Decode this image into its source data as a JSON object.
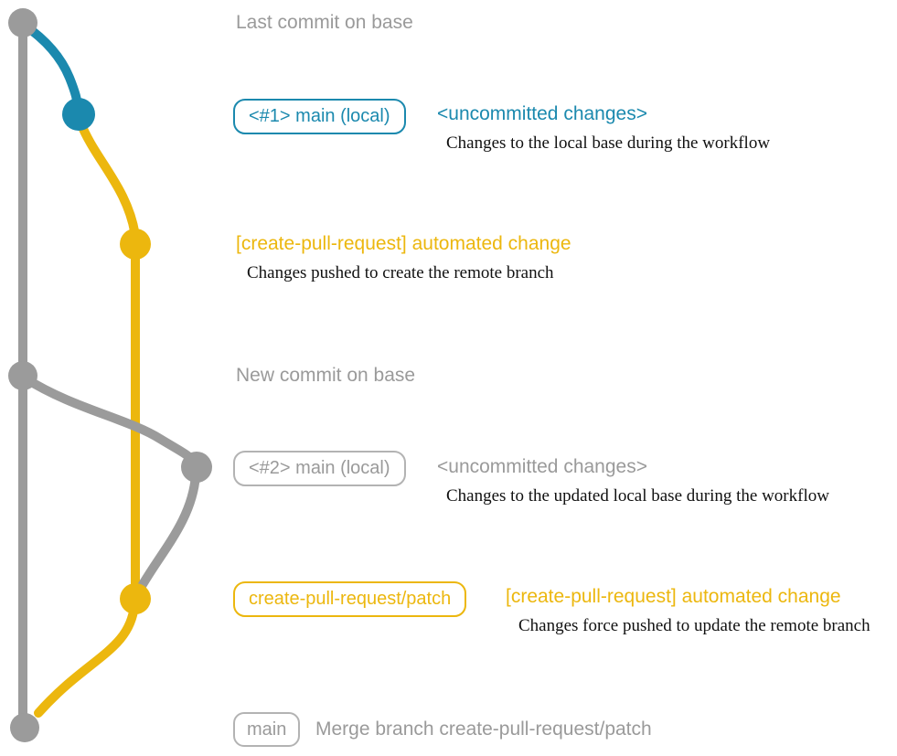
{
  "colors": {
    "gray": "#9b9b9b",
    "gray_text": "#9a9a9a",
    "gray_pill_border": "#b3b3b3",
    "blue": "#1b89ae",
    "yellow": "#ecb70e",
    "desc_text": "#111111"
  },
  "annotations": {
    "last_commit": "Last commit on base",
    "row_main1": {
      "pill": "<#1> main (local)",
      "title": "<uncommitted changes>",
      "desc": "Changes to the local base during the workflow"
    },
    "row_auto1": {
      "title": "[create-pull-request] automated change",
      "desc": "Changes pushed to create the remote branch"
    },
    "new_commit": "New commit on base",
    "row_main2": {
      "pill": "<#2> main (local)",
      "title": "<uncommitted changes>",
      "desc": "Changes to the updated local base during the workflow"
    },
    "row_patch": {
      "pill": "create-pull-request/patch",
      "title": "[create-pull-request] automated change",
      "desc": "Changes force pushed to update the remote branch"
    },
    "row_merge": {
      "pill": "main",
      "text": "Merge branch create-pull-request/patch"
    }
  }
}
